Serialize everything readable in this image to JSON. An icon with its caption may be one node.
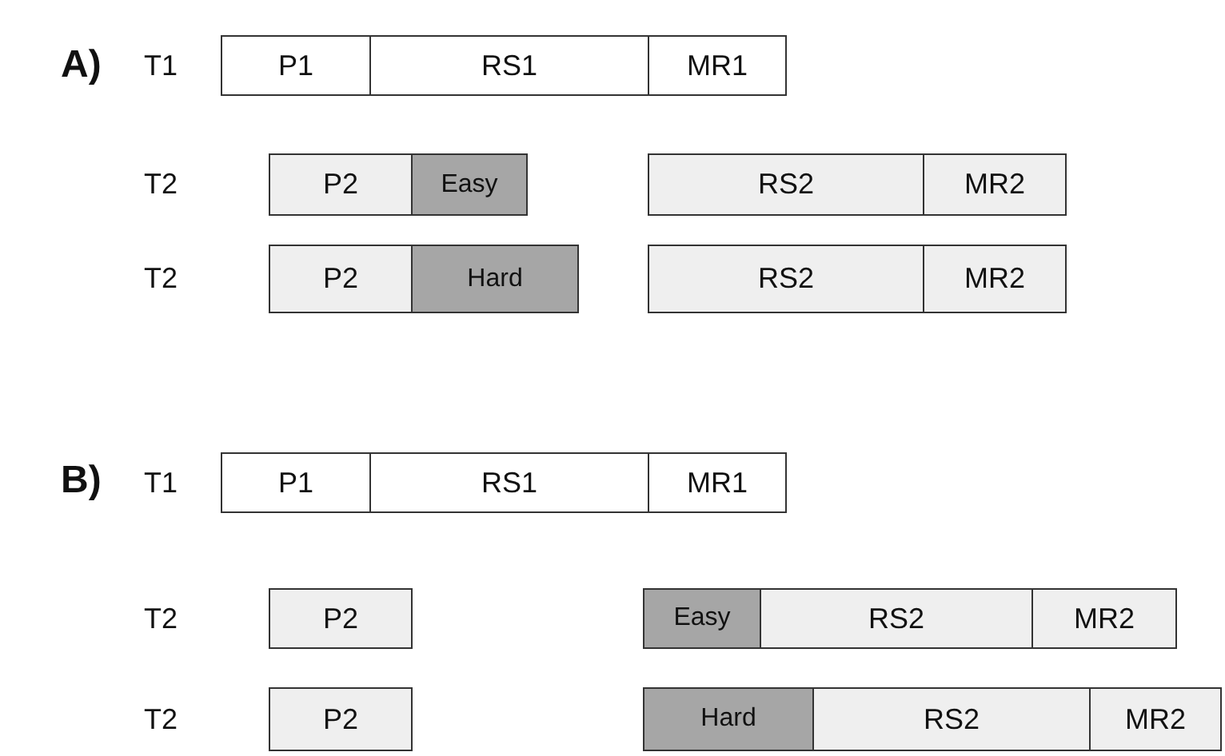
{
  "diagram": {
    "nodes": [
      {
        "text": [
          "P1"
        ]
      },
      {
        "text": [
          "RS1"
        ]
      },
      {
        "text": [
          "MR1"
        ]
      },
      {
        "text": [
          "P2"
        ]
      },
      {
        "text": [
          "Easy"
        ]
      },
      {
        "text": [
          "RS2"
        ]
      },
      {
        "text": [
          "MR2"
        ]
      },
      {
        "text": [
          "P2"
        ]
      },
      {
        "text": [
          "Hard"
        ]
      },
      {
        "text": [
          "RS2"
        ]
      },
      {
        "text": [
          "MR2"
        ]
      },
      {
        "text": [
          "P1"
        ]
      },
      {
        "text": [
          "RS1"
        ]
      },
      {
        "text": [
          "MR1"
        ]
      },
      {
        "text": [
          "P2"
        ]
      },
      {
        "text": [
          "Easy"
        ]
      },
      {
        "text": [
          "RS2"
        ]
      },
      {
        "text": [
          "MR2"
        ]
      },
      {
        "text": [
          "P2"
        ]
      },
      {
        "text": [
          "Hard"
        ]
      },
      {
        "text": [
          "RS2"
        ]
      },
      {
        "text": [
          "MR2"
        ]
      }
    ],
    "labels": [
      "A)",
      "T1",
      "T2",
      "T2",
      "B)",
      "T1",
      "T2",
      "T2"
    ]
  }
}
